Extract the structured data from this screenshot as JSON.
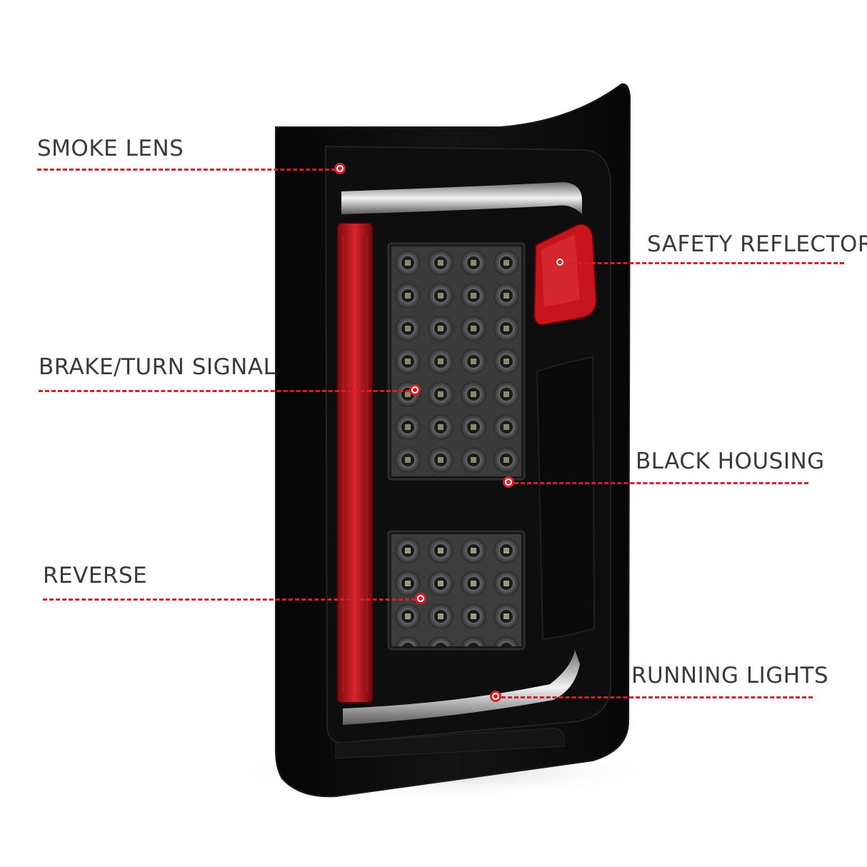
{
  "callouts": {
    "smoke_lens": "SMOKE LENS",
    "safety_reflector": "SAFETY REFLECTOR",
    "brake_turn_signal": "BRAKE/TURN SIGNAL",
    "black_housing": "BLACK HOUSING",
    "reverse": "REVERSE",
    "running_lights": "RUNNING LIGHTS"
  },
  "colors": {
    "callout_line": "#d42129",
    "label_text": "#3a3a3a",
    "housing": "#0d0d0d",
    "reflector_red": "#c8141c"
  }
}
